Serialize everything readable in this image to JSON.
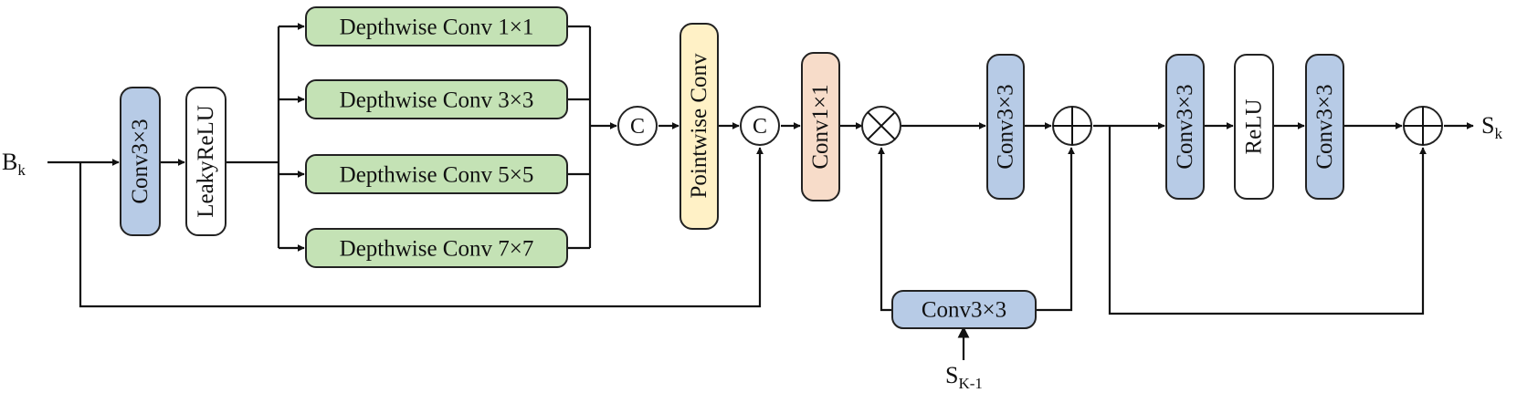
{
  "colors": {
    "conv3x3": "#b7cbe6",
    "depthwise": "#c4e2b5",
    "pointwise": "#fff1c6",
    "conv1x1": "#f7dcc9",
    "plain": "#ffffff",
    "stroke": "#222222"
  },
  "input": {
    "main": "B",
    "sub": "k"
  },
  "output": {
    "main": "S",
    "sub": "k"
  },
  "skip_input": {
    "main": "S",
    "sub": "K-1"
  },
  "blocks": {
    "conv_first": "Conv3×3",
    "leaky_relu": "LeakyReLU",
    "dw1": "Depthwise Conv 1×1",
    "dw3": "Depthwise Conv 3×3",
    "dw5": "Depthwise Conv 5×5",
    "dw7": "Depthwise Conv 7×7",
    "pointwise": "Pointwise Conv",
    "conv1x1": "Conv1×1",
    "conv_mid": "Conv3×3",
    "conv_skip": "Conv3×3",
    "conv_res1": "Conv3×3",
    "relu": "ReLU",
    "conv_res2": "Conv3×3"
  },
  "concat_label": "C",
  "operators": {
    "concat": "concatenate-symbol",
    "multiply": "multiply-symbol",
    "add": "add-symbol"
  }
}
